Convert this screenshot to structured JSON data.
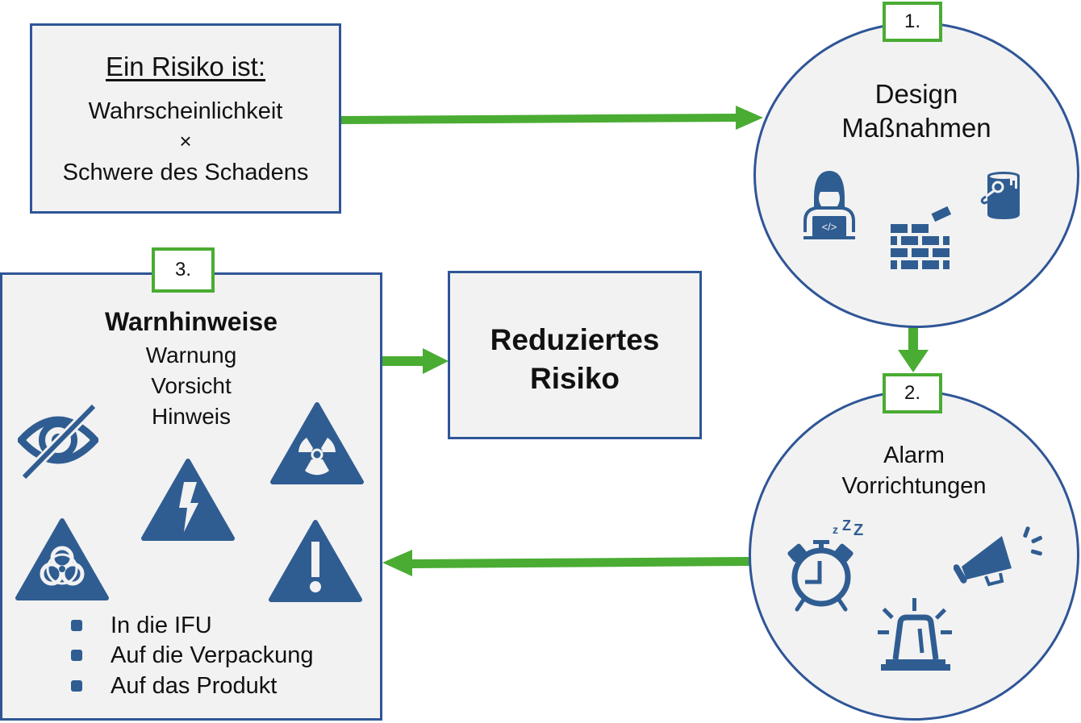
{
  "colors": {
    "box_border": "#2f5597",
    "box_fill": "#f2f2f2",
    "arrow": "#4aac33",
    "icon": "#2f5d92",
    "badge_border": "#4aac33"
  },
  "risk_definition": {
    "title": "Ein Risiko ist:",
    "line1": "Wahrscheinlichkeit",
    "operator": "×",
    "line2": "Schwere des Schadens"
  },
  "step1": {
    "badge": "1.",
    "title_line1": "Design",
    "title_line2": "Maßnahmen",
    "icons": [
      "developer-icon",
      "brick-wall-icon",
      "paint-bucket-icon"
    ]
  },
  "step2": {
    "badge": "2.",
    "title_line1": "Alarm",
    "title_line2": "Vorrichtungen",
    "icons": [
      "alarm-clock-icon",
      "megaphone-icon",
      "siren-icon"
    ]
  },
  "step3": {
    "badge": "3.",
    "title": "Warnhinweise",
    "levels": [
      "Warnung",
      "Vorsicht",
      "Hinweis"
    ],
    "icons": [
      "no-eye-icon",
      "radiation-warning-icon",
      "electric-warning-icon",
      "biohazard-warning-icon",
      "exclamation-warning-icon"
    ],
    "bullets": [
      "In die IFU",
      "Auf die Verpackung",
      "Auf das Produkt"
    ]
  },
  "result": {
    "line1": "Reduziertes",
    "line2": "Risiko"
  }
}
